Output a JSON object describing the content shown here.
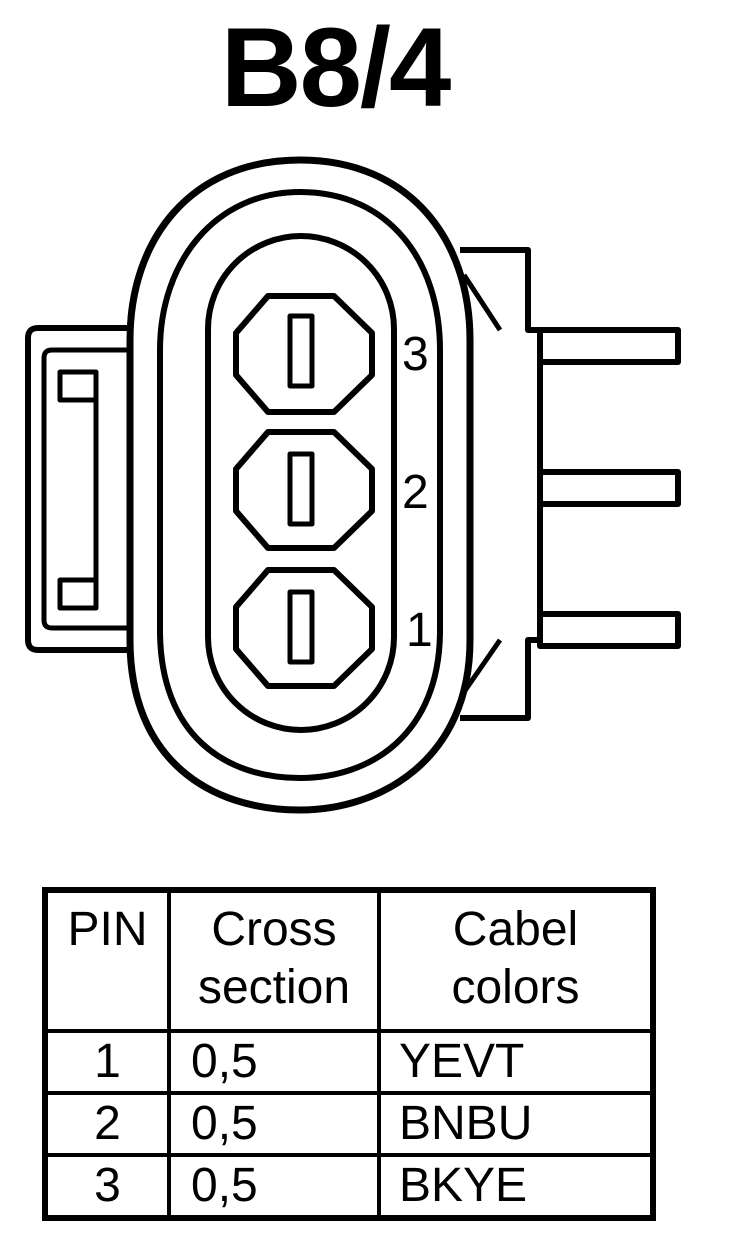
{
  "title": "B8/4",
  "connector": {
    "pin_labels": [
      "3",
      "2",
      "1"
    ]
  },
  "table": {
    "headers": {
      "pin": "PIN",
      "cross_line1": "Cross",
      "cross_line2": "section",
      "color_line1": "Cabel",
      "color_line2": "colors"
    },
    "rows": [
      {
        "pin": "1",
        "cross_section": "0,5",
        "cable_color": "YEVT"
      },
      {
        "pin": "2",
        "cross_section": "0,5",
        "cable_color": "BNBU"
      },
      {
        "pin": "3",
        "cross_section": "0,5",
        "cable_color": "BKYE"
      }
    ]
  }
}
